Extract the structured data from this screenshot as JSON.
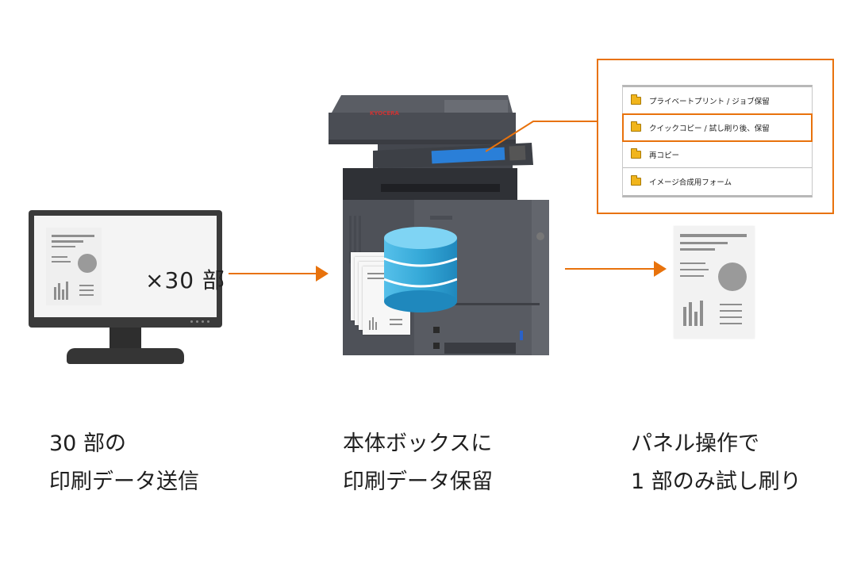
{
  "monitor": {
    "copies_label": "×30 部"
  },
  "callout": {
    "items": [
      {
        "label": "プライベートプリント / ジョブ保留",
        "icon": "folder-icon",
        "selected": false
      },
      {
        "label": "クイックコピー / 試し刷り後、保留",
        "icon": "folder-icon",
        "selected": true
      },
      {
        "label": "再コピー",
        "icon": "folder-icon",
        "selected": false
      },
      {
        "label": "イメージ合成用フォーム",
        "icon": "folder-icon",
        "selected": false
      }
    ]
  },
  "printer": {
    "brand": "KYOCERA"
  },
  "captions": {
    "step1": {
      "line1": "30 部の",
      "line2": "印刷データ送信"
    },
    "step2": {
      "line1": "本体ボックスに",
      "line2": "印刷データ保留"
    },
    "step3": {
      "line1": "パネル操作で",
      "line2": "1 部のみ試し刷り"
    }
  },
  "colors": {
    "accent": "#e8720c",
    "database": "#35a9d8",
    "folder": "#f1b51c"
  }
}
